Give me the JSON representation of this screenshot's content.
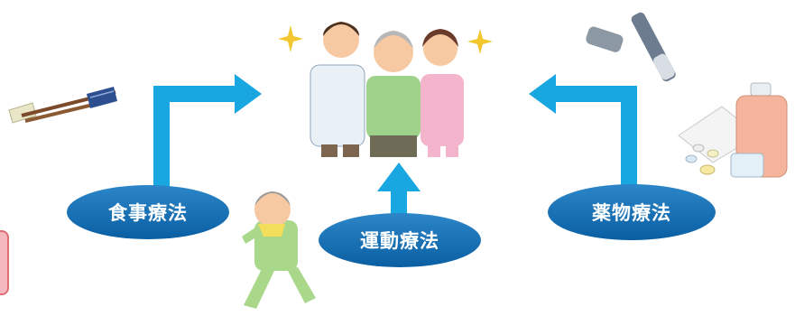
{
  "labels": {
    "diet": "食事療法",
    "exercise": "運動療法",
    "medication": "薬物療法"
  },
  "colors": {
    "arrow": "#19A7E2",
    "ellipse_dark": "#0A5FA3",
    "ellipse_light": "#2C86C8",
    "label_text": "#FFFFFF"
  },
  "illustrations": [
    "chopsticks",
    "medical-team-with-patient",
    "walking-elderly-man",
    "insulin-pen",
    "medicine-bottle-and-pills"
  ]
}
